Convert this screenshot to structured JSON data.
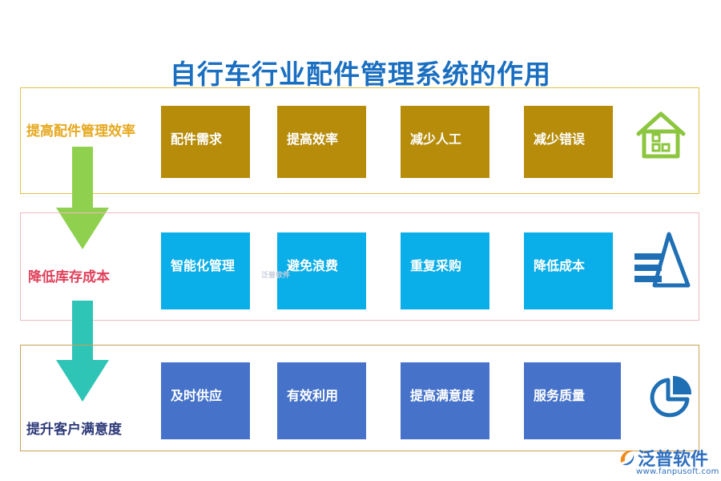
{
  "title": "自行车行业配件管理系统的作用",
  "rows": [
    {
      "label": "提高配件管理效率",
      "items": [
        "配件需求",
        "提高效率",
        "减少人工",
        "减少错误"
      ],
      "icon": "house-icon"
    },
    {
      "label": "降低库存成本",
      "items": [
        "智能化管理",
        "避免浪费",
        "重复采购",
        "降低成本"
      ],
      "icon": "pyramid-chart-icon"
    },
    {
      "label": "提升客户满意度",
      "items": [
        "及时供应",
        "有效利用",
        "提高满意度",
        "服务质量"
      ],
      "icon": "pie-chart-icon"
    }
  ],
  "colors": {
    "title": "#1a6fc1",
    "row1_box": "#b68c0a",
    "row2_box": "#0aaee8",
    "row3_box": "#4673c9",
    "arrow1": "#8fd14f",
    "arrow2": "#2ec4b6"
  },
  "watermark": "泛普软件",
  "logo": {
    "name": "泛普软件",
    "url": "www.fanpusoft.com"
  }
}
